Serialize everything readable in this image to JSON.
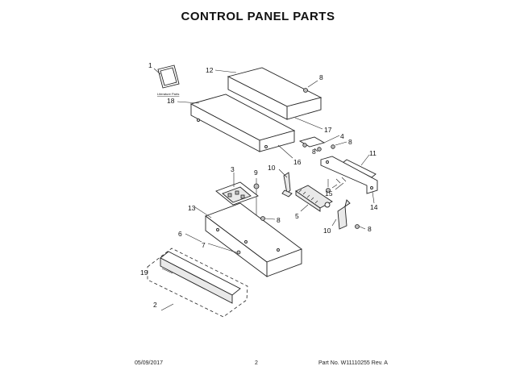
{
  "page": {
    "title": "CONTROL PANEL PARTS",
    "date": "05/09/2017",
    "page_number": "2",
    "part_number": "Part No. W11110255  Rev. A"
  },
  "diagram": {
    "literature_label": "Literature Parts",
    "callouts": {
      "c1": "1",
      "c2": "2",
      "c3": "3",
      "c4": "4",
      "c5": "5",
      "c6": "6",
      "c7": "7",
      "c8a": "8",
      "c8b": "8",
      "c8c": "8",
      "c8d": "8",
      "c8e": "8",
      "c9": "9",
      "c10a": "10",
      "c10b": "10",
      "c11": "11",
      "c12": "12",
      "c13": "13",
      "c14": "14",
      "c15": "15",
      "c16": "16",
      "c17": "17",
      "c18": "18",
      "c19": "19"
    }
  }
}
